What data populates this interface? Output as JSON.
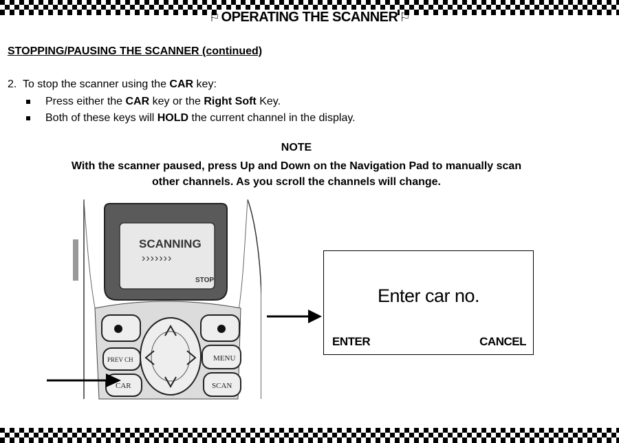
{
  "header": {
    "title": "OPERATING THE SCANNER",
    "flag_glyph": "⚐"
  },
  "section": {
    "heading": "STOPPING/PAUSING THE SCANNER (continued)"
  },
  "step": {
    "number": "2.",
    "text_before": "To stop the scanner using the ",
    "key": "CAR",
    "text_after": " key:"
  },
  "bullets": [
    {
      "parts": [
        "Press either the ",
        "CAR",
        " key or the ",
        "Right Soft",
        " Key."
      ]
    },
    {
      "parts": [
        "Both of these keys will ",
        "HOLD",
        " the current channel in the display."
      ]
    }
  ],
  "note": {
    "heading": "NOTE",
    "line1": "With the scanner paused, press Up and Down on the Navigation Pad to manually scan",
    "line2": "other channels.  As you scroll the channels will change."
  },
  "phone": {
    "screen_line1": "SCANNING",
    "screen_line2": "›››››››",
    "screen_softkey": "STOP",
    "keys": {
      "prev_ch": "PREV CH",
      "menu": "MENU",
      "car": "CAR",
      "scan": "SCAN"
    }
  },
  "display": {
    "prompt": "Enter car no.",
    "left_softkey": "ENTER",
    "right_softkey": "CANCEL"
  }
}
